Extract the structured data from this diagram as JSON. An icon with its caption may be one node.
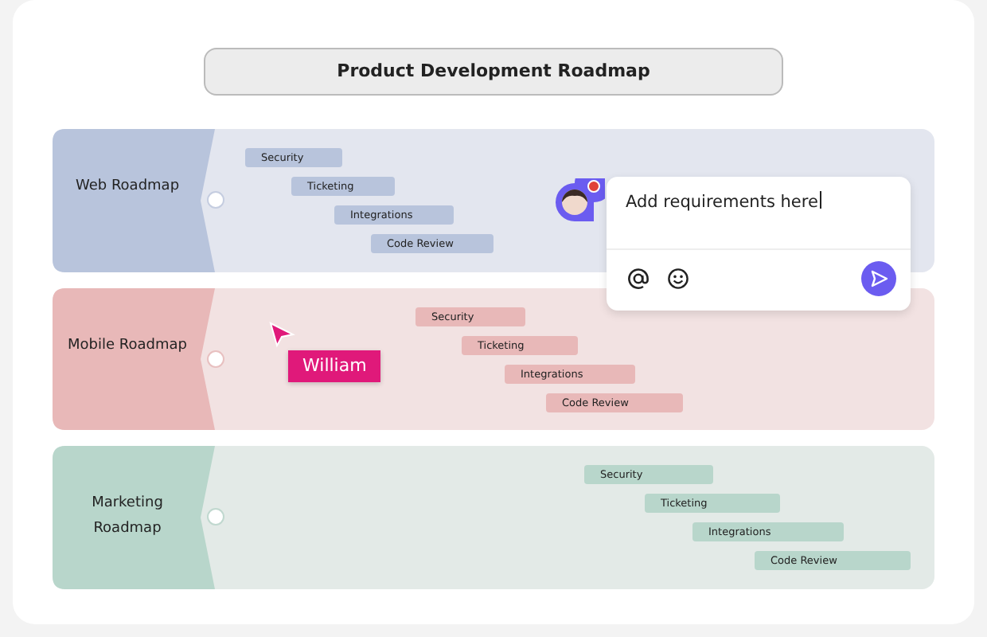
{
  "diagram": {
    "title": "Product Development Roadmap",
    "nodes": [
      {
        "text": [
          "Web Roadmap"
        ]
      },
      {
        "text": [
          "Security"
        ],
        "in": 0
      },
      {
        "text": [
          "Ticketing"
        ],
        "in": 0
      },
      {
        "text": [
          "Integrations"
        ],
        "in": 0
      },
      {
        "text": [
          "Code Review"
        ],
        "in": 0
      },
      {
        "text": [
          "Mobile Roadmap"
        ]
      },
      {
        "text": [
          "Security"
        ],
        "in": 5
      },
      {
        "text": [
          "Ticketing"
        ],
        "in": 5
      },
      {
        "text": [
          "Integrations"
        ],
        "in": 5
      },
      {
        "text": [
          "Code Review"
        ],
        "in": 5
      },
      {
        "text": [
          "Marketing Roadmap"
        ]
      },
      {
        "text": [
          "Security"
        ],
        "in": 10
      },
      {
        "text": [
          "Ticketing"
        ],
        "in": 10
      },
      {
        "text": [
          "Integrations"
        ],
        "in": 10
      },
      {
        "text": [
          "Code Review"
        ],
        "in": 10
      }
    ],
    "labels": [
      "Add requirements here",
      "William"
    ]
  }
}
